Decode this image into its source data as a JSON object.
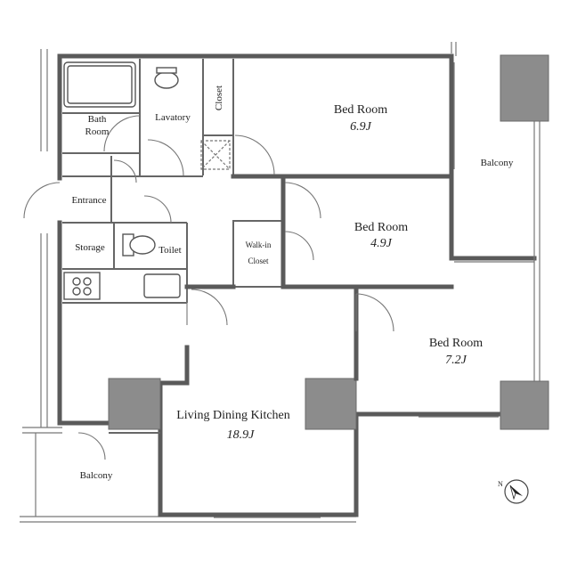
{
  "rooms": {
    "bedroom1": {
      "name": "Bed Room",
      "size": "6.9J"
    },
    "bedroom2": {
      "name": "Bed Room",
      "size": "4.9J"
    },
    "bedroom3": {
      "name": "Bed Room",
      "size": "7.2J"
    },
    "ldk": {
      "name": "Living Dining Kitchen",
      "size": "18.9J"
    },
    "bath": {
      "line1": "Bath",
      "line2": "Room"
    },
    "lavatory": "Lavatory",
    "closet": "Closet",
    "walkin": {
      "line1": "Walk-in",
      "line2": "Closet"
    },
    "entrance": "Entrance",
    "storage": "Storage",
    "toilet": "Toilet",
    "balcony_right": "Balcony",
    "balcony_left": "Balcony"
  },
  "compass": {
    "label": "N"
  },
  "colors": {
    "wall": "#5a5a5a",
    "pillar": "#8c8c8c"
  }
}
